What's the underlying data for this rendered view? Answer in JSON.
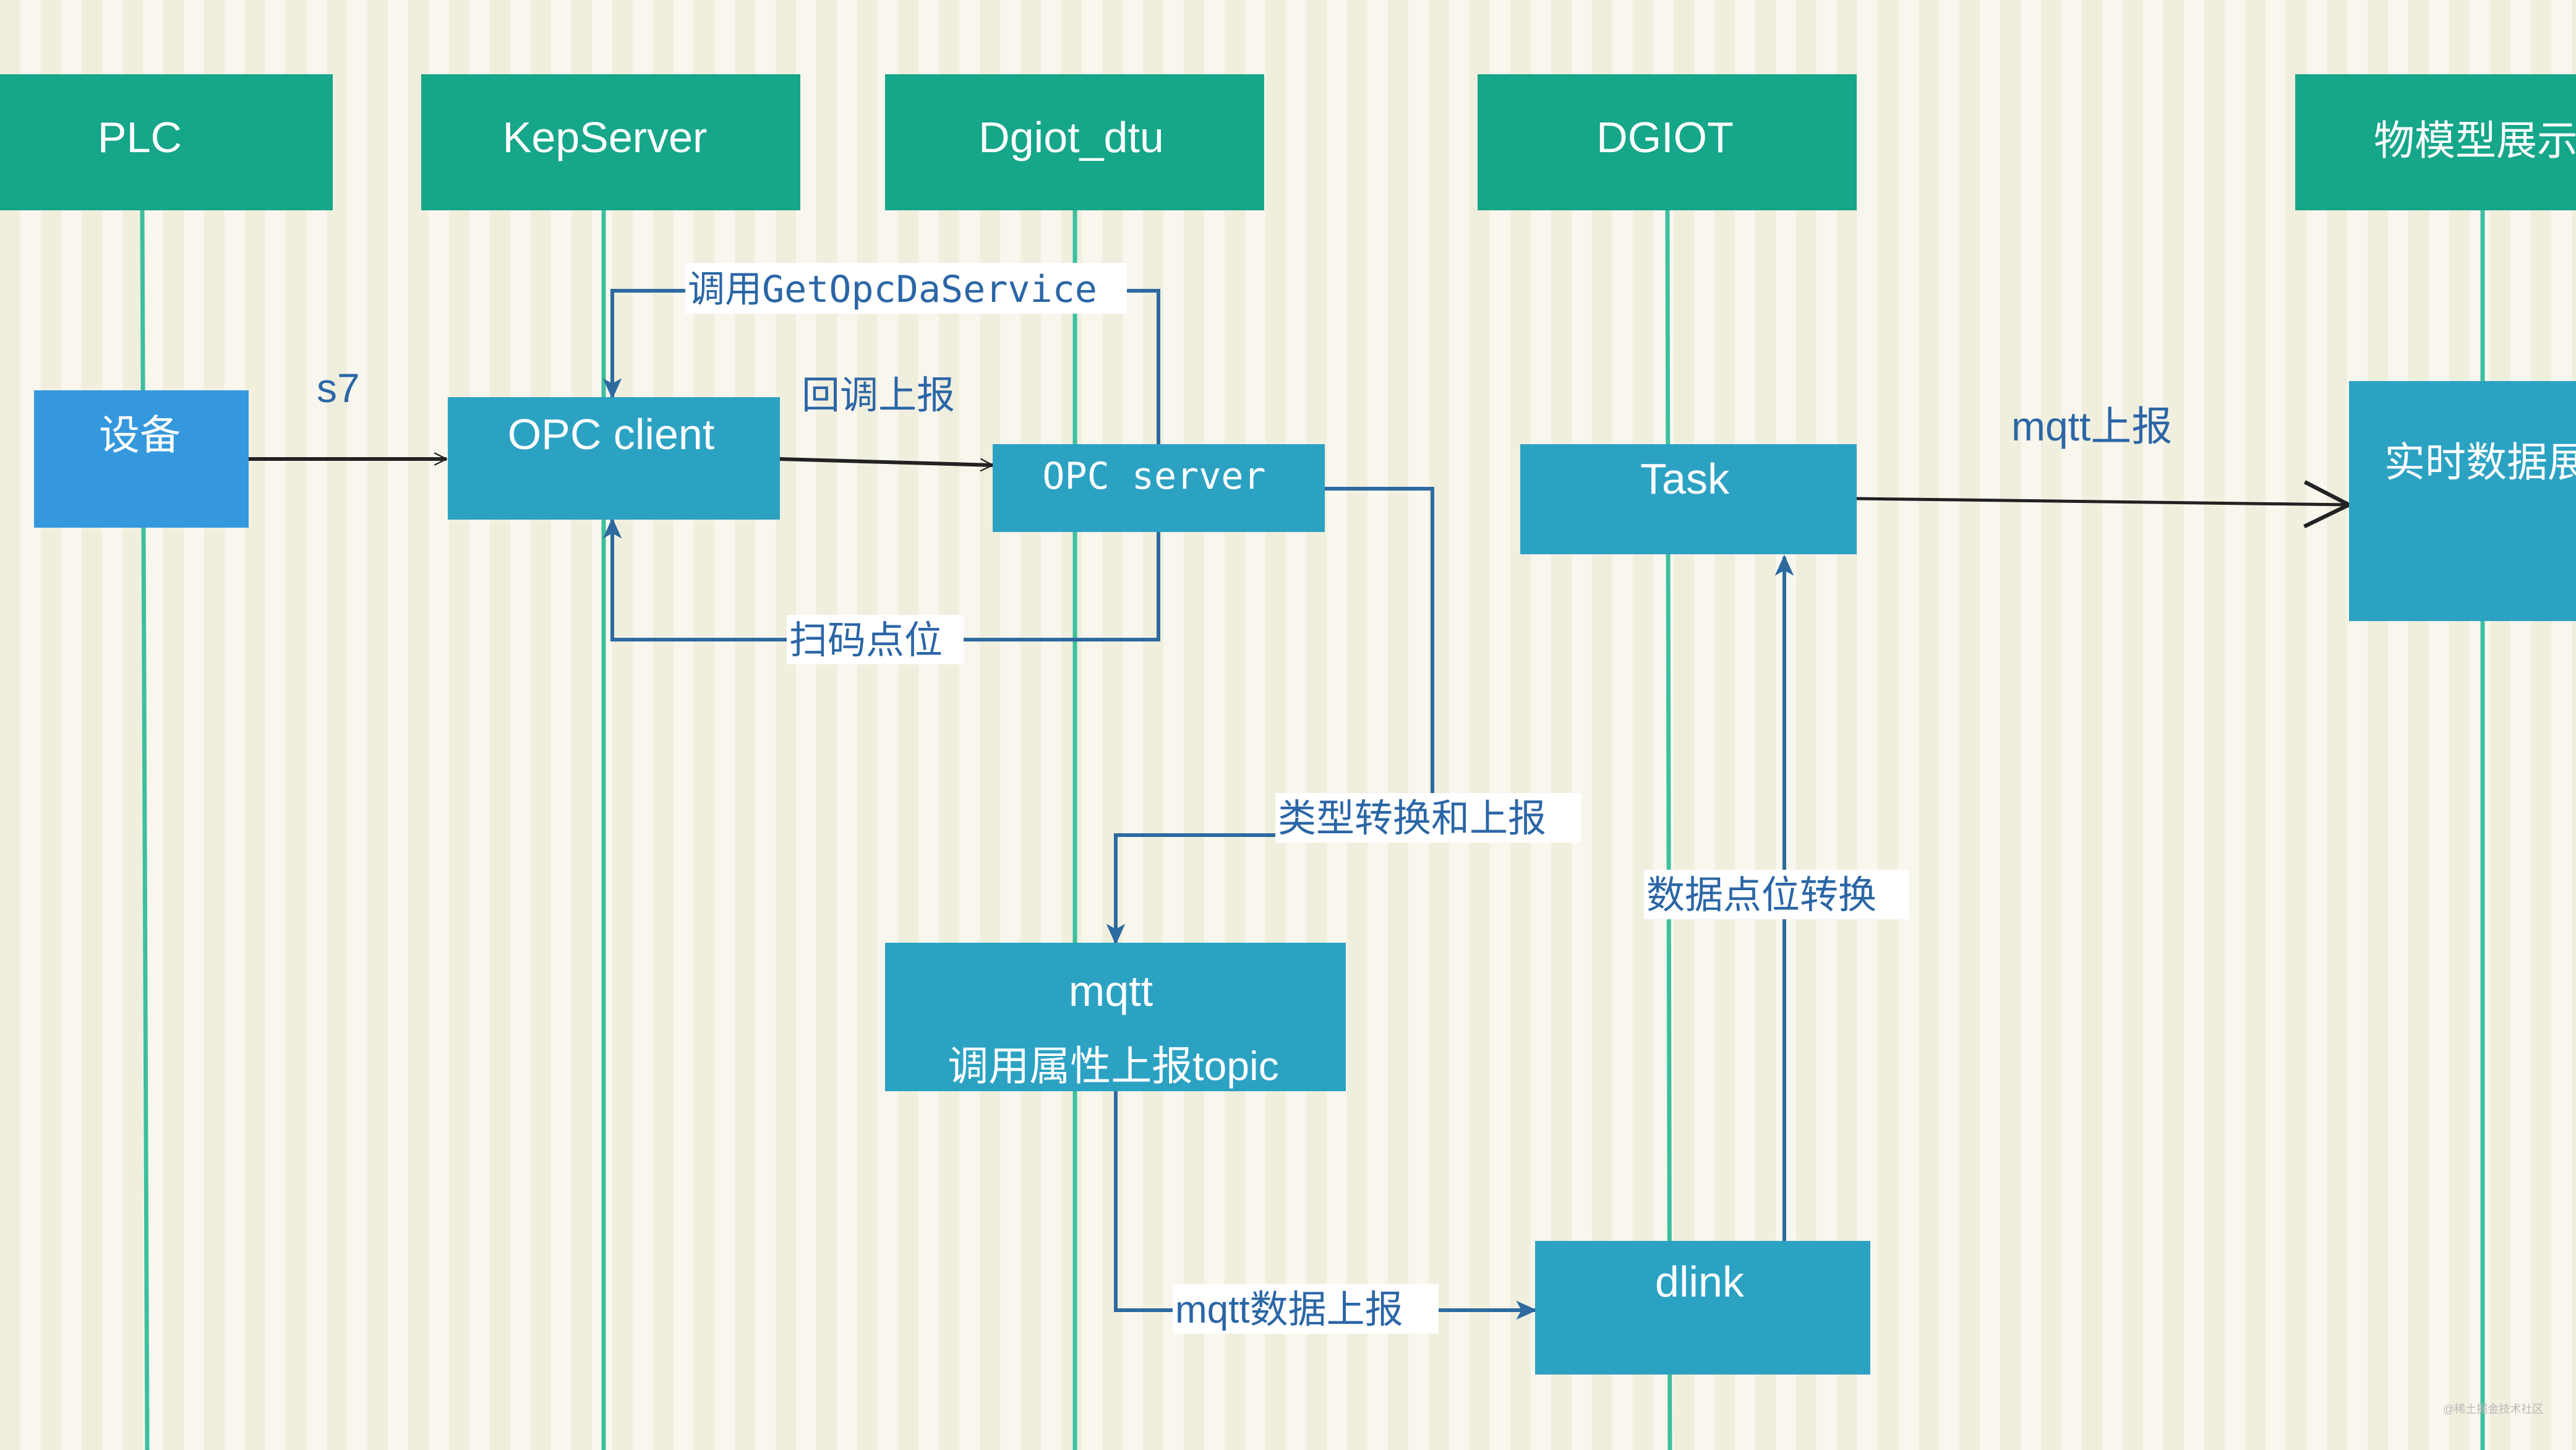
{
  "lanes": {
    "plc": "PLC",
    "kepserver": "KepServer",
    "dgiot_dtu": "Dgiot_dtu",
    "dgiot": "DGIOT",
    "thing_model": "物模型展示"
  },
  "boxes": {
    "device": "设备",
    "opc_client": "OPC client",
    "opc_server": "OPC server",
    "task": "Task",
    "realtime_data": "实时数据展示",
    "mqtt_line1": "mqtt",
    "mqtt_line2": "调用属性上报topic",
    "dlink": "dlink"
  },
  "edges": {
    "s7": "s7",
    "call_service": "调用GetOpcDaService",
    "callback_report": "回调上报",
    "scan_points": "扫码点位",
    "mqtt_report": "mqtt上报",
    "type_convert": "类型转换和上报",
    "data_point_convert": "数据点位转换",
    "mqtt_data_report": "mqtt数据上报"
  },
  "watermark": "@稀土掘金技术社区",
  "colors": {
    "background": "#f9f6ee",
    "stripe": "#f0eedd",
    "lane_header": "#16a68a",
    "lifeline": "#3dbf9f",
    "device_box": "#3598dc",
    "process_box": "#2ca2c3",
    "connector": "#2c6aa0",
    "arrow_dark": "#222222",
    "label": "#2b66a6"
  }
}
